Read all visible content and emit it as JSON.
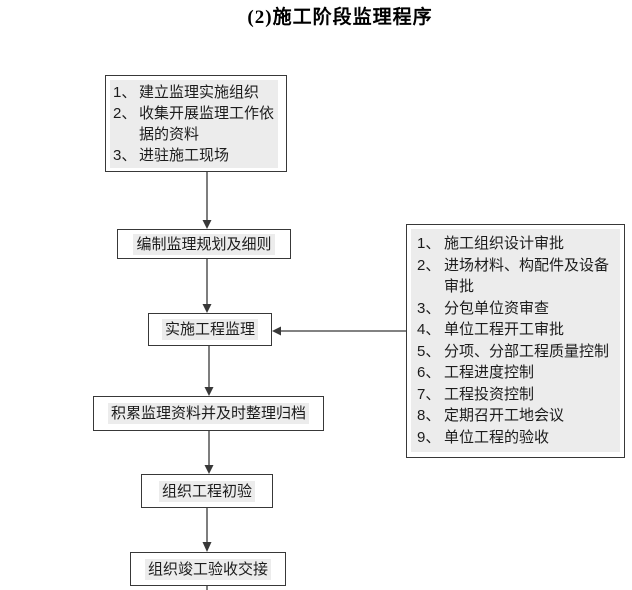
{
  "title": "(2)施工阶段监理程序",
  "flowchart": {
    "start_box": {
      "items": [
        {
          "num": "1、",
          "text": "建立监理实施组织"
        },
        {
          "num": "2、",
          "text": "收集开展监理工作依据的资料"
        },
        {
          "num": "3、",
          "text": "进驻施工现场"
        }
      ]
    },
    "steps": [
      {
        "label": "编制监理规划及细则"
      },
      {
        "label": "实施工程监理"
      },
      {
        "label": "积累监理资料并及时整理归档"
      },
      {
        "label": "组织工程初验"
      },
      {
        "label": "组织竣工验收交接"
      }
    ]
  },
  "side_panel": {
    "items": [
      {
        "num": "1、",
        "text": "施工组织设计审批"
      },
      {
        "num": "2、",
        "text": "进场材料、构配件及设备审批"
      },
      {
        "num": "3、",
        "text": "分包单位资审查"
      },
      {
        "num": "4、",
        "text": "单位工程开工审批"
      },
      {
        "num": "5、",
        "text": "分项、分部工程质量控制"
      },
      {
        "num": "6、",
        "text": "工程进度控制"
      },
      {
        "num": "7、",
        "text": "工程投资控制"
      },
      {
        "num": "8、",
        "text": "定期召开工地会议"
      },
      {
        "num": "9、",
        "text": "单位工程的验收"
      }
    ]
  },
  "colors": {
    "background": "#ffffff",
    "box_border": "#383838",
    "arrow": "#383838",
    "highlight_fill": "#ececec",
    "text": "#1c1c1c",
    "title_text": "#000000"
  }
}
